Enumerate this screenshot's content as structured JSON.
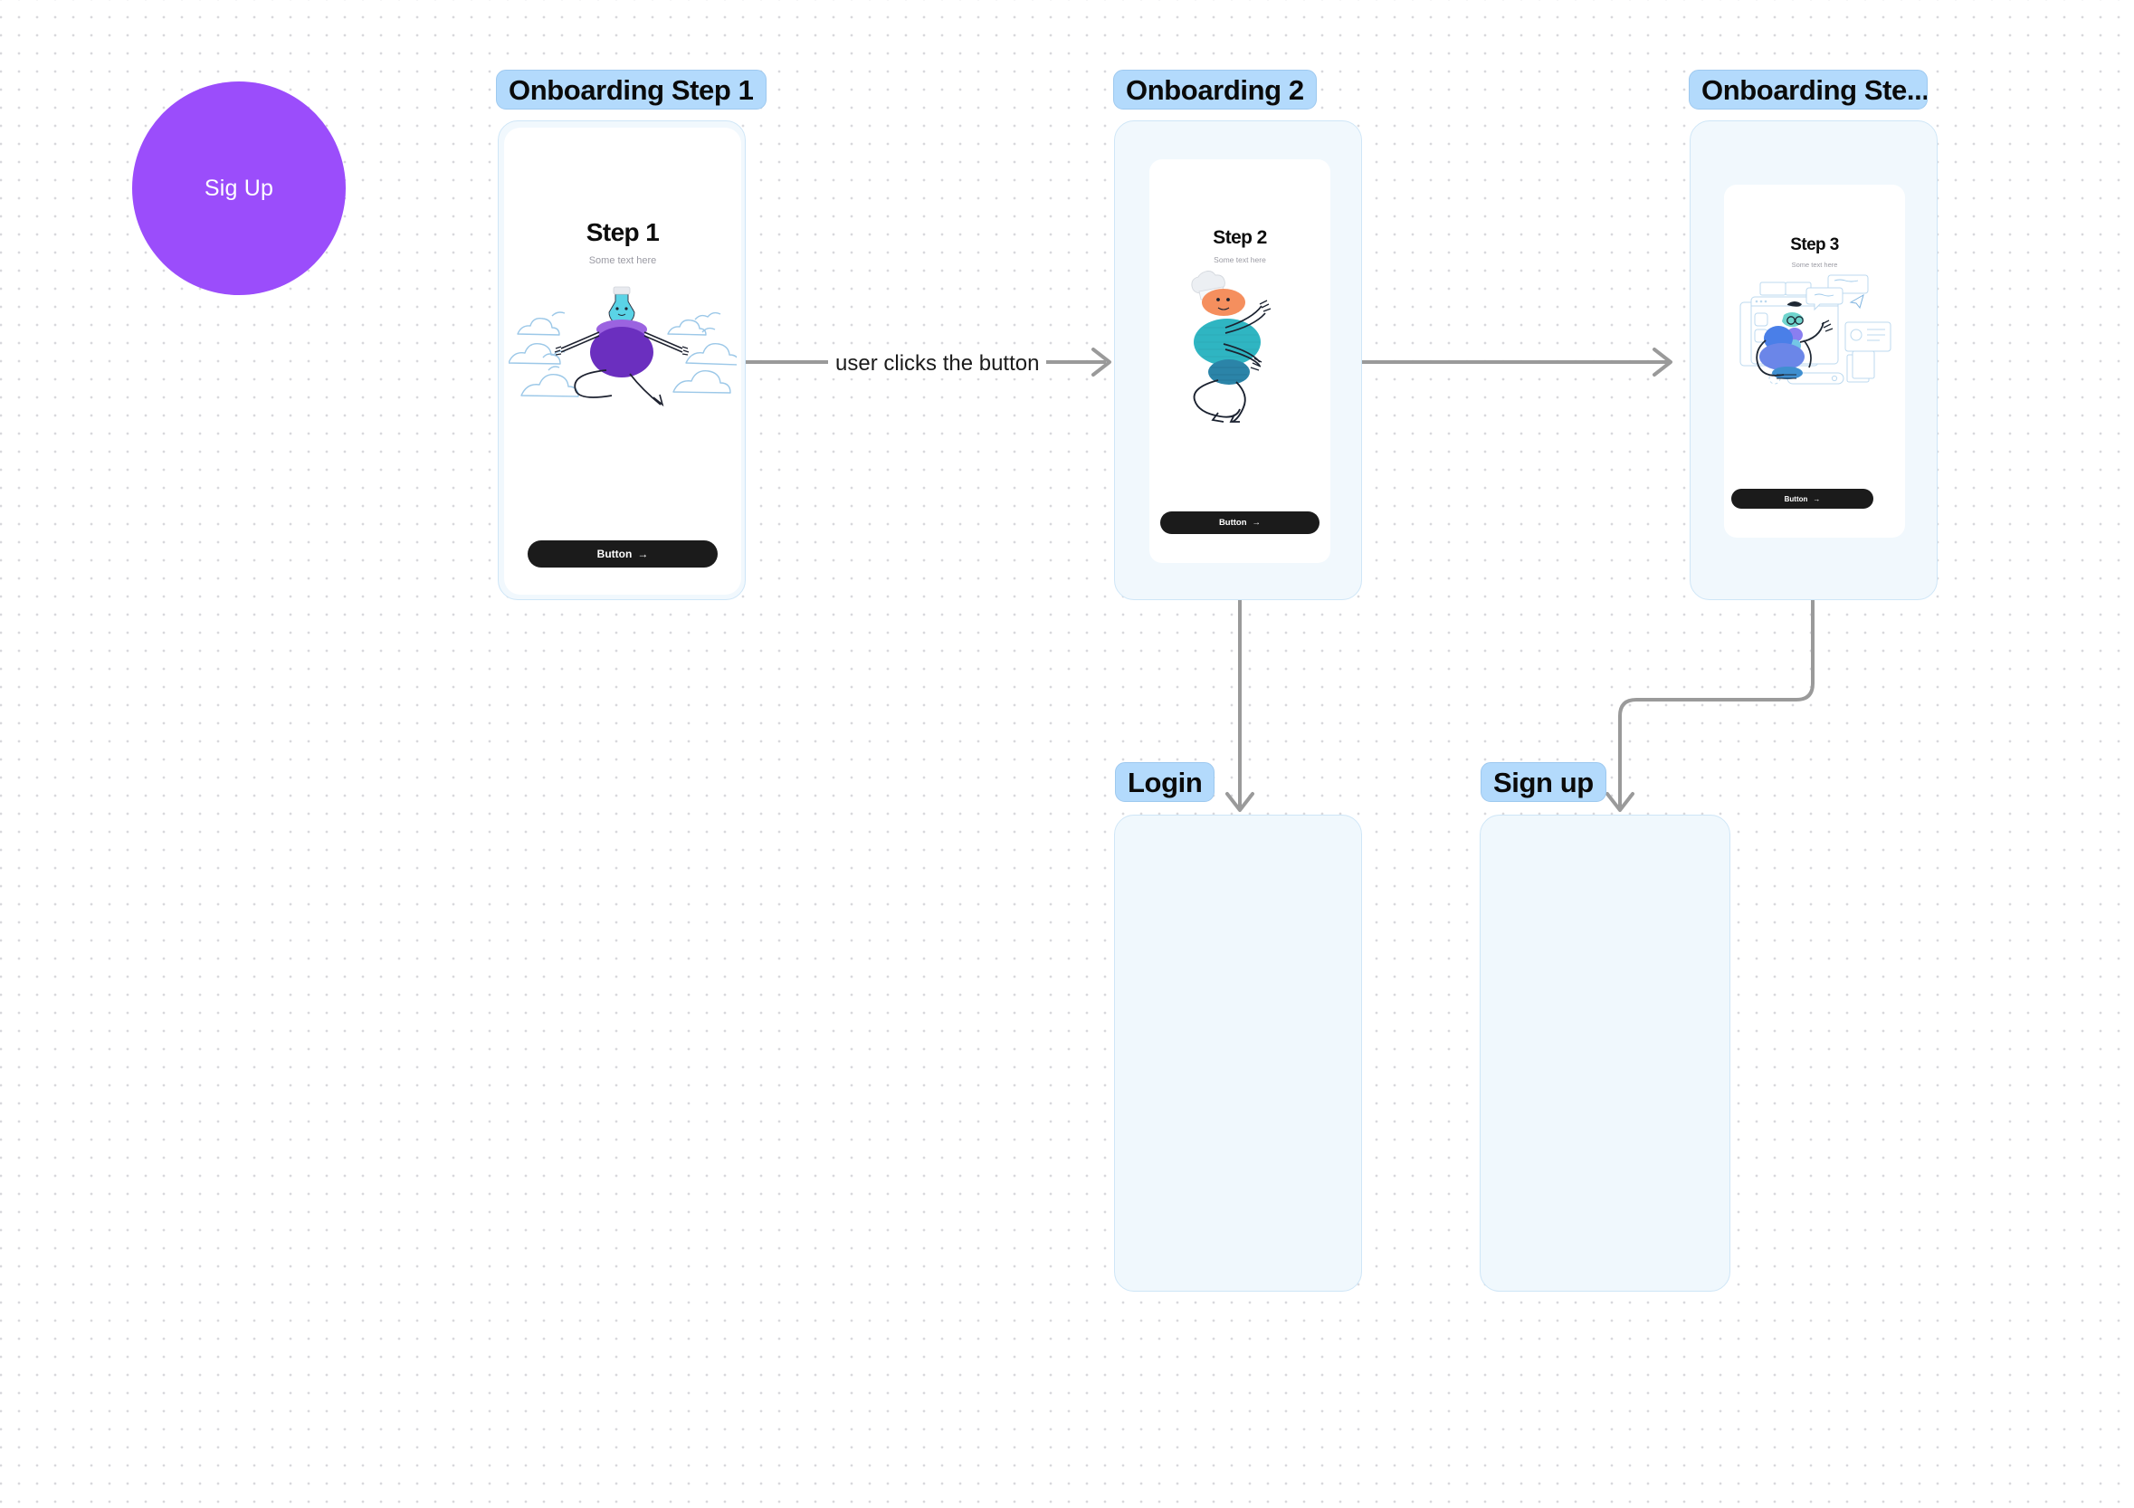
{
  "canvas": {
    "background_color": "#ffffff",
    "dot_color": "#d8d8dc"
  },
  "start_node": {
    "label": "Sig Up",
    "color": "#9b4dfb",
    "text_color": "#ffffff"
  },
  "chip_style": {
    "background": "#b3dafc",
    "text_color": "#0a0a0a"
  },
  "frames": [
    {
      "id": "onboarding-step-1",
      "chip_label": "Onboarding Step 1",
      "screen": {
        "title": "Step 1",
        "subtitle": "Some text here",
        "button_label": "Button",
        "button_arrow": "→",
        "illustration": "meditating-person-in-clouds-illustration",
        "accent_color": "#7b3fd4"
      }
    },
    {
      "id": "onboarding-2",
      "chip_label": "Onboarding 2",
      "screen": {
        "title": "Step 2",
        "subtitle": "Some text here",
        "button_label": "Button",
        "button_arrow": "→",
        "illustration": "running-chef-person-illustration",
        "accent_color": "#2fb3c0"
      }
    },
    {
      "id": "onboarding-step-3",
      "chip_label": "Onboarding Ste...",
      "screen": {
        "title": "Step 3",
        "subtitle": "Some text here",
        "button_label": "Button",
        "button_arrow": "→",
        "illustration": "person-with-browser-windows-illustration",
        "accent_color": "#5a7de8"
      }
    },
    {
      "id": "login",
      "chip_label": "Login",
      "screen": null
    },
    {
      "id": "sign-up",
      "chip_label": "Sign up",
      "screen": null
    }
  ],
  "connectors": [
    {
      "id": "step1-to-step2",
      "label": "user clicks the button",
      "from": "onboarding-step-1",
      "to": "onboarding-2",
      "color": "#9a9a9a"
    },
    {
      "id": "step2-to-step3",
      "label": "",
      "from": "onboarding-2",
      "to": "onboarding-step-3",
      "color": "#9a9a9a"
    },
    {
      "id": "step2-to-login",
      "label": "",
      "from": "onboarding-2",
      "to": "login",
      "color": "#9a9a9a"
    },
    {
      "id": "step3-to-signup",
      "label": "",
      "from": "onboarding-step-3",
      "to": "sign-up",
      "color": "#9a9a9a"
    }
  ]
}
